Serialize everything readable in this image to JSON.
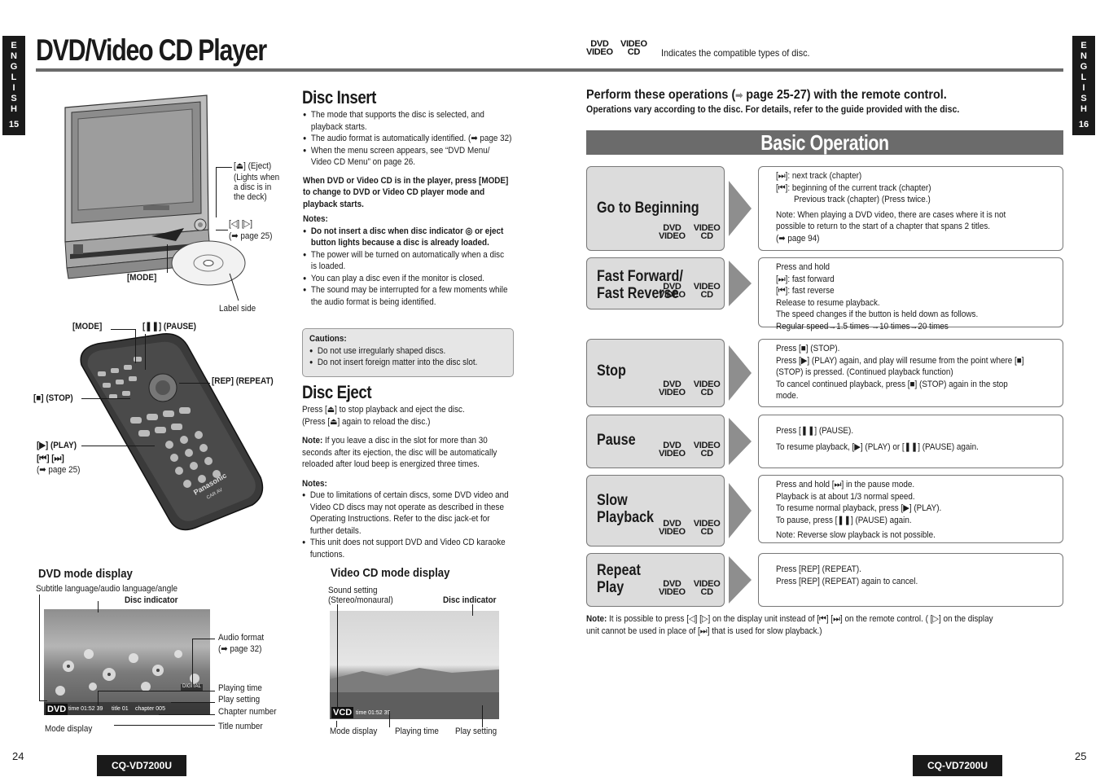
{
  "side_tabs": {
    "left": {
      "letters": "ENGLISH",
      "page": "15"
    },
    "right": {
      "letters": "ENGLISH",
      "page": "16"
    }
  },
  "header": {
    "title": "DVD/Video CD Player",
    "badge_dvd_top": "DVD",
    "badge_dvd_bottom": "VIDEO",
    "badge_vcd_top": "VIDEO",
    "badge_vcd_bottom": "CD",
    "compat_text": "Indicates the compatible types of disc."
  },
  "unit_labels": {
    "eject": "[⏏] (Eject)",
    "eject_note_1": "(Lights when",
    "eject_note_2": "a disc is in",
    "eject_note_3": "the deck)",
    "lr": "[◁] [▷]",
    "lr_page": "(➡ page 25)",
    "mode": "[MODE]",
    "label_side": "Label side"
  },
  "remote_labels": {
    "mode": "[MODE]",
    "pause": "[❚❚] (PAUSE)",
    "rep": "[REP] (REPEAT)",
    "stop": "[■] (STOP)",
    "play": "[▶] (PLAY)",
    "skip": "[⏮] [⏭]",
    "skip_page": "(➡ page 25)",
    "brand": "Panasonic",
    "sub_brand": "CAR AV"
  },
  "disc_insert": {
    "title": "Disc Insert",
    "bullets": [
      "The mode that supports the disc is selected, and playback starts.",
      "The audio format is automatically identified. (➡ page 32)",
      "When the menu screen appears, see “DVD Menu/ Video CD Menu” on page 26."
    ],
    "bold_note": "When DVD or Video CD is in the player, press [MODE] to change to  DVD or Video CD player mode and playback starts.",
    "notes_title": "Notes:",
    "notes": [
      "Do not insert a disc when disc indicator ◎ or eject button lights because a disc is already loaded.",
      "The power will be turned on automatically when a disc is loaded.",
      "You can play a disc even if the monitor is closed.",
      "The sound may be interrupted for a few moments while the audio format is being identified."
    ]
  },
  "cautions": {
    "title": "Cautions:",
    "items": [
      "Do not use irregularly shaped discs.",
      "Do not insert foreign matter into the disc slot."
    ]
  },
  "disc_eject": {
    "title": "Disc Eject",
    "line1": "Press [⏏] to stop playback and eject the disc.",
    "line2": "(Press [⏏] again to reload the disc.)",
    "note_label": "Note:",
    "note": "If you leave a disc in the slot for more than 30 seconds after its ejection, the disc will be automatically reloaded after loud beep is energized three times.",
    "notes_title": "Notes:",
    "notes": [
      "Due to limitations of certain discs, some DVD video and Video CD discs may not operate as described in these Operating Instructions. Refer to the disc jack-et for further details.",
      "This unit does not support DVD and Video CD karaoke functions."
    ]
  },
  "dvd_display": {
    "title": "DVD mode display",
    "subtitle_lang": "Subtitle language/audio language/angle",
    "disc_indicator": "Disc indicator",
    "audio_format": "Audio format",
    "audio_page": "(➡ page 32)",
    "playing_time": "Playing time",
    "play_setting": "Play setting",
    "chapter_number": "Chapter number",
    "title_number": "Title number",
    "mode_display": "Mode display",
    "screen_mode": "DVD",
    "screen_time": "time 01:52 39",
    "screen_title": "title 01",
    "screen_chapter": "chapter 005",
    "screen_format": "DIGITAL"
  },
  "vcd_display": {
    "title": "Video CD mode display",
    "sound_setting_1": "Sound setting",
    "sound_setting_2": "(Stereo/monaural)",
    "disc_indicator": "Disc indicator",
    "mode_display": "Mode display",
    "playing_time": "Playing time",
    "play_setting": "Play setting",
    "screen_mode": "VCD",
    "screen_time": "time 01:52 39"
  },
  "remote_intro": {
    "heading_a": "Perform these operations (",
    "heading_b": " page 25-27) with the remote control.",
    "sub": "Operations vary according to the disc. For details, refer to the guide provided with the disc."
  },
  "basic_operation": {
    "title": "Basic Operation",
    "ops": [
      {
        "name1": "Go to Beginning",
        "name2": "",
        "lines": [
          "[⏭]: next track (chapter)",
          "[⏮]: beginning of the current track (chapter)",
          "        Previous track (chapter) (Press twice.)",
          "Note: When playing a DVD video, there are cases where it is not",
          "possible to return to the start of a chapter that spans 2 titles.",
          "(➡ page 94)"
        ]
      },
      {
        "name1": "Fast Forward/",
        "name2": "Fast Reverse",
        "lines": [
          "Press and hold",
          "[⏭]: fast forward",
          "[⏮]: fast reverse",
          "Release to resume playback.",
          "The speed changes if the button is held down as follows.",
          "Regular speed→1.5 times →10 times→20 times"
        ]
      },
      {
        "name1": "Stop",
        "name2": "",
        "lines": [
          "Press [■] (STOP).",
          "Press [▶] (PLAY) again, and play will resume from the point where [■]",
          "(STOP) is pressed. (Continued playback function)",
          "To cancel continued playback, press [■] (STOP) again in the stop",
          "mode."
        ]
      },
      {
        "name1": "Pause",
        "name2": "",
        "lines": [
          "Press [❚❚] (PAUSE).",
          "To resume playback, [▶] (PLAY) or [❚❚] (PAUSE) again."
        ]
      },
      {
        "name1": "Slow",
        "name2": "Playback",
        "lines": [
          "Press and hold [⏭] in the pause mode.",
          "Playback is at about 1/3 normal speed.",
          "To resume normal playback, press [▶] (PLAY).",
          "To pause, press [❚❚] (PAUSE) again.",
          "Note: Reverse slow playback is not possible."
        ]
      },
      {
        "name1": "Repeat",
        "name2": "Play",
        "lines": [
          "Press [REP] (REPEAT).",
          "Press [REP] (REPEAT) again to cancel."
        ]
      }
    ]
  },
  "bottom_note": {
    "label": "Note:",
    "line1": "It is possible to press [◁] [▷] on the display unit instead of [⏮] [⏭] on the remote control. ( [▷] on the display",
    "line2": "unit cannot be used in place of [⏭] that is used for slow playback.)"
  },
  "footer": {
    "page_left": "24",
    "page_right": "25",
    "model": "CQ-VD7200U"
  }
}
